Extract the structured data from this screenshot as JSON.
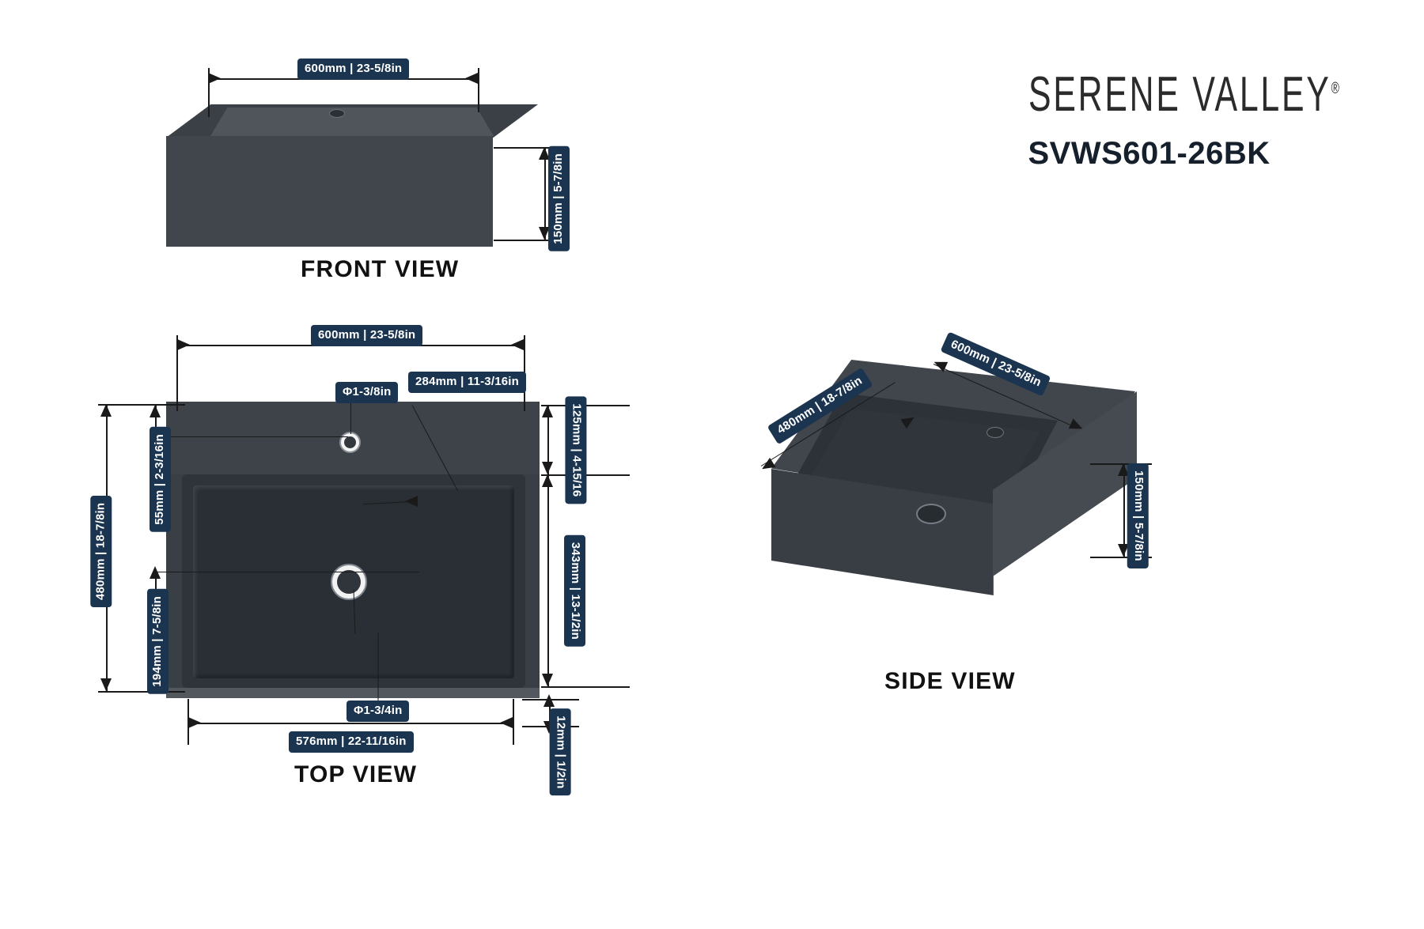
{
  "brand": {
    "name": "SERENE VALLEY",
    "registered": "®",
    "model": "SVWS601-26BK"
  },
  "views": {
    "front": {
      "title": "FRONT VIEW"
    },
    "top": {
      "title": "TOP VIEW"
    },
    "side": {
      "title": "SIDE VIEW"
    }
  },
  "dimensions": {
    "front_width": "600mm | 23-5/8in",
    "front_height": "150mm | 5-7/8in",
    "top_width": "600mm | 23-5/8in",
    "top_depth": "480mm | 18-7/8in",
    "top_faucet_offset": "55mm | 2-3/16in",
    "top_drain_offset": "194mm | 7-5/8in",
    "top_faucet_hole_dia": "Φ1-3/8in",
    "top_drain_from_faucet": "284mm | 11-3/16in",
    "top_deck_depth": "125mm | 4-15/16",
    "top_basin_depth": "343mm | 13-1/2in",
    "top_rim_thickness": "12mm | 1/2in",
    "top_drain_hole_dia": "Φ1-3/4in",
    "top_basin_width": "576mm | 22-11/16in",
    "side_depth": "480mm | 18-7/8in",
    "side_width": "600mm | 23-5/8in",
    "side_height": "150mm | 5-7/8in"
  },
  "colors": {
    "badge_bg": "#1b3550",
    "badge_text": "#ffffff",
    "line": "#1a1a1a",
    "product_dark": "#3a3f45",
    "background": "#ffffff"
  }
}
